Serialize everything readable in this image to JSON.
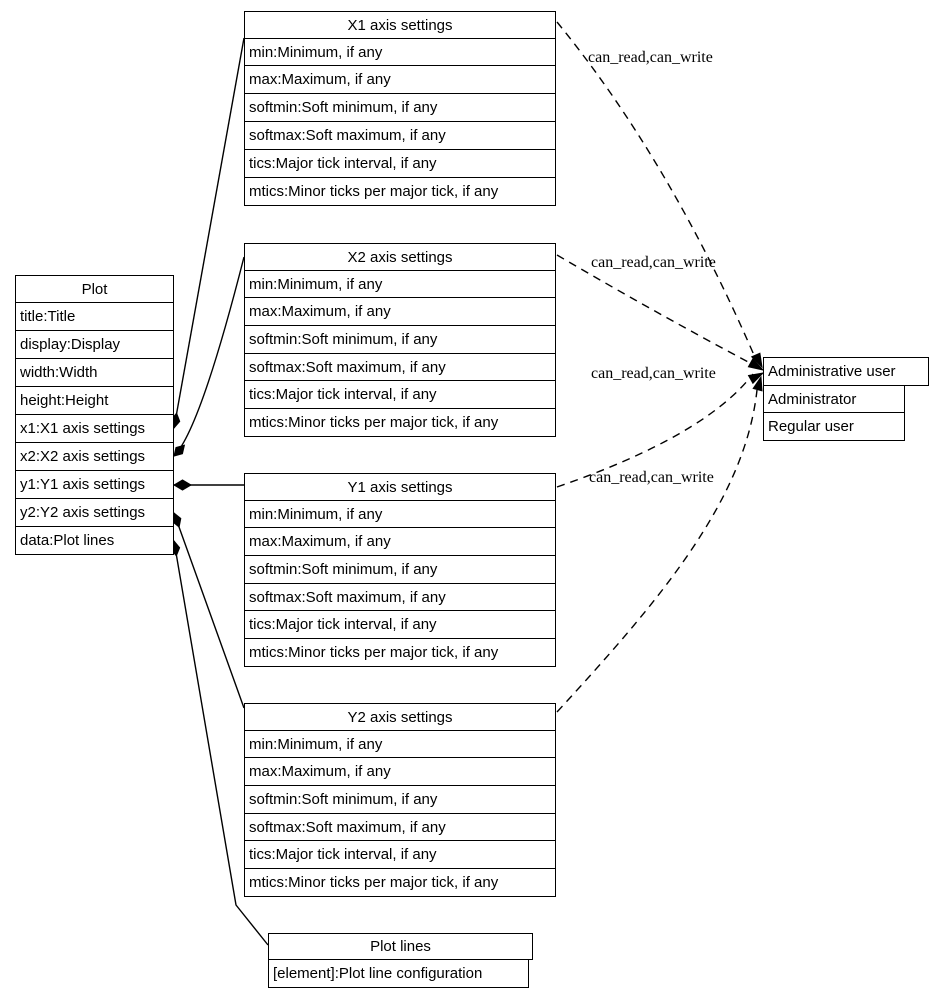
{
  "nodes": {
    "plot": {
      "title": "Plot",
      "attrs": [
        "title:Title",
        "display:Display",
        "width:Width",
        "height:Height",
        "x1:X1 axis settings",
        "x2:X2 axis settings",
        "y1:Y1 axis settings",
        "y2:Y2 axis settings",
        "data:Plot lines"
      ]
    },
    "x1_axis": {
      "title": "X1 axis settings",
      "attrs": [
        "min:Minimum, if any",
        "max:Maximum, if any",
        "softmin:Soft minimum, if any",
        "softmax:Soft maximum, if any",
        "tics:Major tick interval, if any",
        "mtics:Minor ticks per major tick, if any"
      ]
    },
    "x2_axis": {
      "title": "X2 axis settings",
      "attrs": [
        "min:Minimum, if any",
        "max:Maximum, if any",
        "softmin:Soft minimum, if any",
        "softmax:Soft maximum, if any",
        "tics:Major tick interval, if any",
        "mtics:Minor ticks per major tick, if any"
      ]
    },
    "y1_axis": {
      "title": "Y1 axis settings",
      "attrs": [
        "min:Minimum, if any",
        "max:Maximum, if any",
        "softmin:Soft minimum, if any",
        "softmax:Soft maximum, if any",
        "tics:Major tick interval, if any",
        "mtics:Minor ticks per major tick, if any"
      ]
    },
    "y2_axis": {
      "title": "Y2 axis settings",
      "attrs": [
        "min:Minimum, if any",
        "max:Maximum, if any",
        "softmin:Soft minimum, if any",
        "softmax:Soft maximum, if any",
        "tics:Major tick interval, if any",
        "mtics:Minor ticks per major tick, if any"
      ]
    },
    "plot_lines": {
      "title": "Plot lines",
      "attrs": [
        "[element]:Plot line configuration"
      ]
    },
    "admin_user": {
      "title": "Administrative user",
      "attrs": [
        "Administrator",
        "Regular user"
      ]
    }
  },
  "edge_labels": {
    "x1_admin": "can_read,can_write",
    "x2_admin": "can_read,can_write",
    "y1_admin": "can_read,can_write",
    "y2_admin": "can_read,can_write"
  },
  "colors": {
    "stroke": "#000000",
    "node_fill": "#ffffff",
    "background": "#ffffff"
  }
}
